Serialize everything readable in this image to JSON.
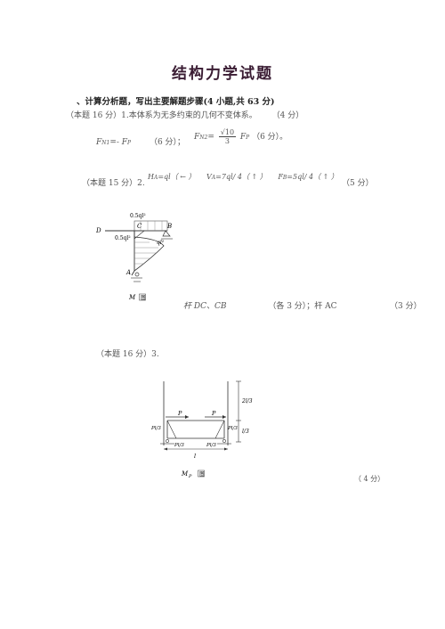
{
  "title": "结构力学试题",
  "section_heading": "、计算分析题，写出主要解题步骤(4 小题,共 63 分)",
  "q1": {
    "prefix": "（本题 16 分）1.本体系为无多约束的几何不变体系。",
    "score": "（4 分）",
    "fn1_label": "F",
    "fn1_sub": "N1",
    "fn1_expr": "=- F",
    "fn1_sub2": "P",
    "fn1_score": "（6 分）；",
    "fn2_label": "F",
    "fn2_sub": "N2",
    "fn2_eq": "=",
    "fn2_num": "√10",
    "fn2_den": "3",
    "fn2_fp": "F",
    "fn2_fp_sub": "P",
    "fn2_score": "（6 分）。"
  },
  "q2": {
    "prefix": "（本题 15 分）2.",
    "ha": "H",
    "ha_sub": "A",
    "ha_val": "=ql（ ← ）",
    "va": "V",
    "va_sub": "A",
    "va_val": "=7ql/ 4（ ↑ ）",
    "fb": "F",
    "fb_sub": "B",
    "fb_val": "=5ql/ 4（ ↑ ）",
    "score": "（5 分）",
    "diagram": {
      "label_d": "D",
      "label_c": "C",
      "label_b": "B",
      "label_a": "A",
      "moment_top": "0.5ql²",
      "moment_left": "0.5ql²",
      "moment_ac": "ql²",
      "caption": "M",
      "caption_tag": "图"
    },
    "members_text": "杆 DC、CB",
    "members_score": "（各 3 分）；杆 AC",
    "ac_score": "（3 分）"
  },
  "q3": {
    "prefix": "（本题 16 分）3.",
    "diagram": {
      "load_left": "P",
      "load_right": "P",
      "dim_top": "2l/3",
      "dim_bottom": "l/3",
      "moment_left_upper": "Pl/3",
      "moment_left_lower": "Pl/3",
      "moment_right_upper": "Pl/3",
      "moment_right_lower": "Pl/3",
      "span": "l",
      "caption": "M",
      "caption_sub": "P",
      "caption_tag": "图"
    },
    "score": "（ 4 分）"
  }
}
